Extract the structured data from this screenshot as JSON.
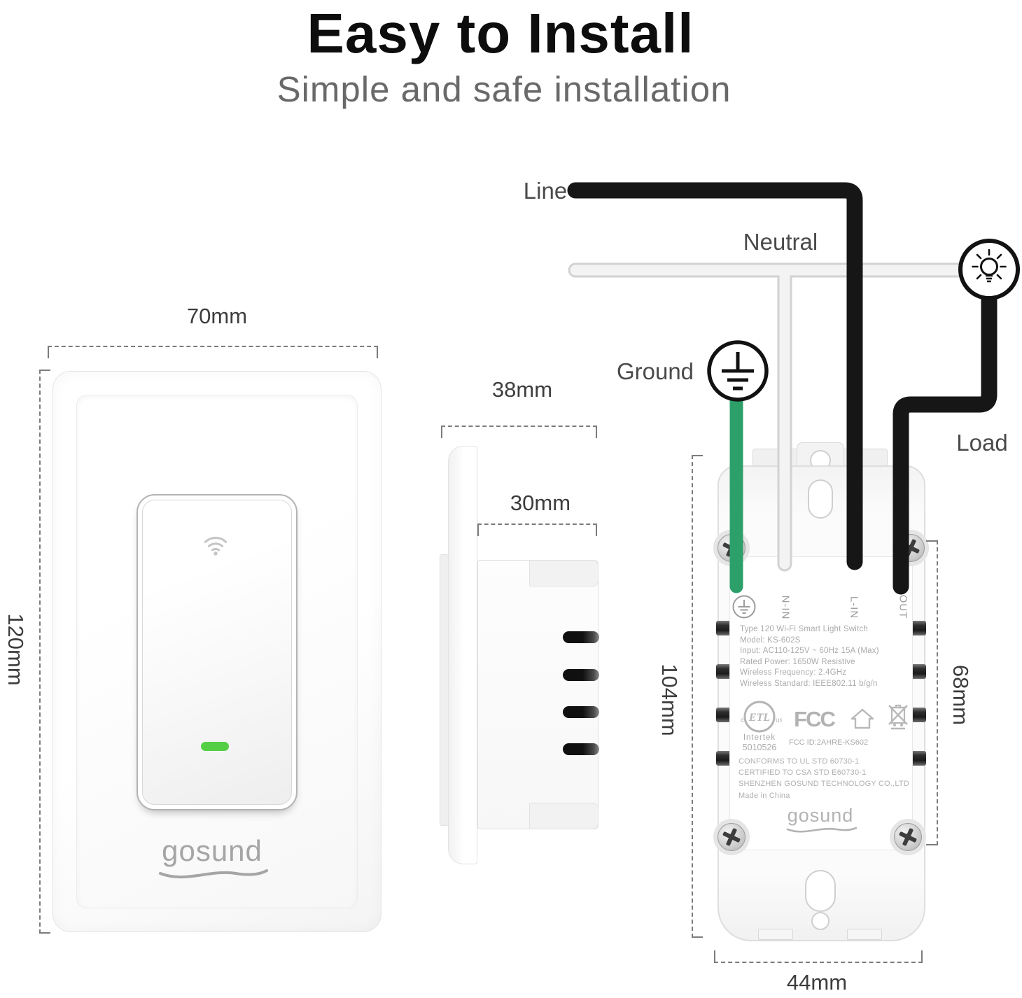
{
  "header": {
    "title": "Easy to Install",
    "subtitle": "Simple and safe installation"
  },
  "front_view": {
    "width_dim": "70mm",
    "height_dim": "120mm",
    "logo": "gosund"
  },
  "side_view": {
    "overall_depth_dim": "38mm",
    "box_depth_dim": "30mm"
  },
  "wiring": {
    "line_label": "Line",
    "neutral_label": "Neutral",
    "ground_label": "Ground",
    "load_label": "Load"
  },
  "back_view": {
    "height_dim": "104mm",
    "terminal_block_dim": "68mm",
    "width_dim": "44mm",
    "terminals": [
      "N-IN",
      "L-IN",
      "OUT"
    ],
    "specs": [
      "Type 120 Wi-Fi Smart Light Switch",
      "Model: KS-602S",
      "Input: AC110-125V ~ 60Hz 15A (Max)",
      "Rated Power: 1650W Resistive",
      "Wireless Frequency: 2.4GHz",
      "Wireless Standard: IEEE802.11 b/g/n"
    ],
    "certifications": {
      "etl_text": "ETL",
      "etl_left": "c",
      "etl_right": "us",
      "etl_lab": "Intertek",
      "etl_number": "5010526",
      "fcc_logo": "FCC",
      "fcc_id": "FCC ID:2AHRE-KS602"
    },
    "compliance": [
      "CONFORMS TO UL STD 60730-1",
      "CERTIFIED TO CSA STD E60730-1",
      "SHENZHEN GOSUND TECHNOLOGY CO.,LTD",
      "Made in China"
    ],
    "logo": "gosund"
  },
  "colors": {
    "ground_wire_green": "#2da06a",
    "led_green": "#54cf45",
    "line_wire_black": "#161616",
    "neutral_wire_white": "#f3f3f3"
  }
}
